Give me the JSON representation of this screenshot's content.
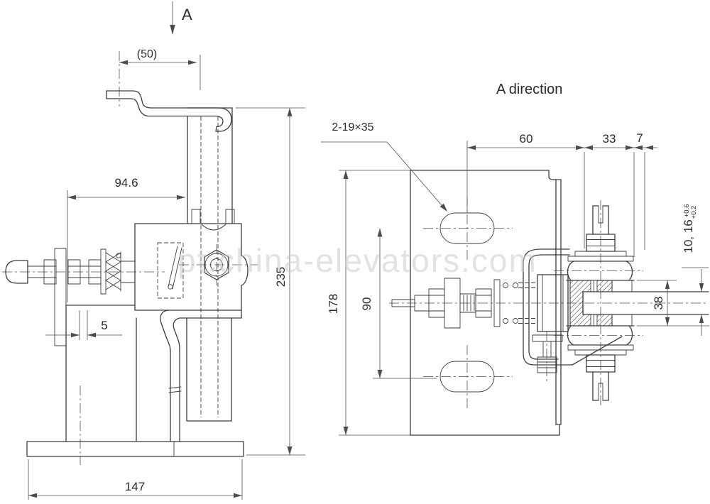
{
  "colors": {
    "background": "#ffffff",
    "line": "#3d3d3d",
    "dim": "#4d4d4d",
    "text": "#2b2b2b",
    "watermark": "#cccccc"
  },
  "watermark": {
    "text": "pt.china-elevators.com"
  },
  "left_view": {
    "section_label": "A",
    "dim_top_width": "(50)",
    "dim_arm_length": "94.6",
    "dim_offset": "5",
    "dim_height": "235",
    "dim_base_width": "147"
  },
  "right_view": {
    "title": "A direction",
    "slot_callout": "2-19×35",
    "dim_slot_to_rail": "60",
    "dim_shoe_width": "33",
    "dim_gap": "7",
    "dim_plate_height": "178",
    "dim_slot_spacing": "90",
    "dim_liner_height": "38",
    "rail_gap": {
      "main": "10, 16",
      "tol_upper": "+0.6",
      "tol_lower": "+0.2"
    }
  }
}
